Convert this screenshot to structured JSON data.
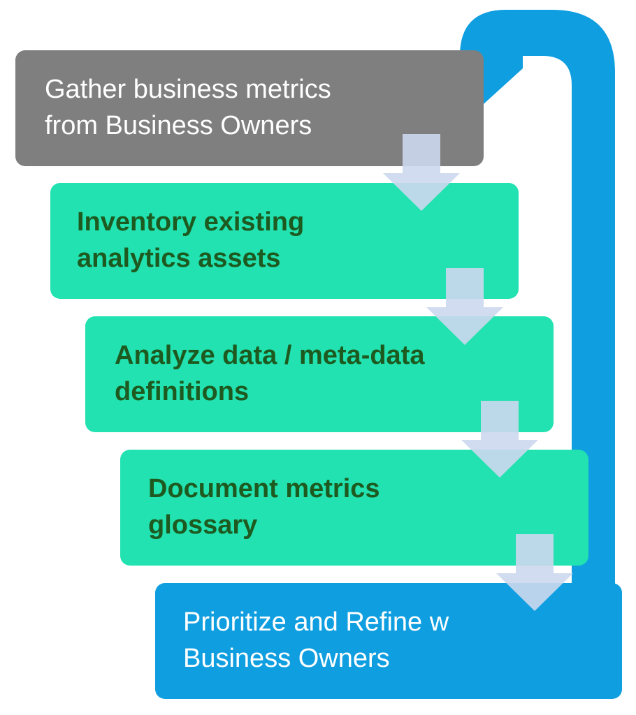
{
  "diagram": {
    "steps": [
      {
        "label": "Gather business metrics\nfrom Business Owners"
      },
      {
        "label": "Inventory existing\nanalytics assets"
      },
      {
        "label": "Analyze data / meta-data\ndefinitions"
      },
      {
        "label": "Document metrics\nglossary"
      },
      {
        "label": "Prioritize and Refine w\nBusiness Owners"
      }
    ],
    "colors": {
      "step_1_fill": "#7f7f7f",
      "step_mid_fill": "#21e2b0",
      "step_5_fill": "#0f9ee0",
      "step_mid_text": "#1e5a20",
      "loop_arrow": "#0f9ee0",
      "down_arrow": "#ccd8ee"
    }
  }
}
